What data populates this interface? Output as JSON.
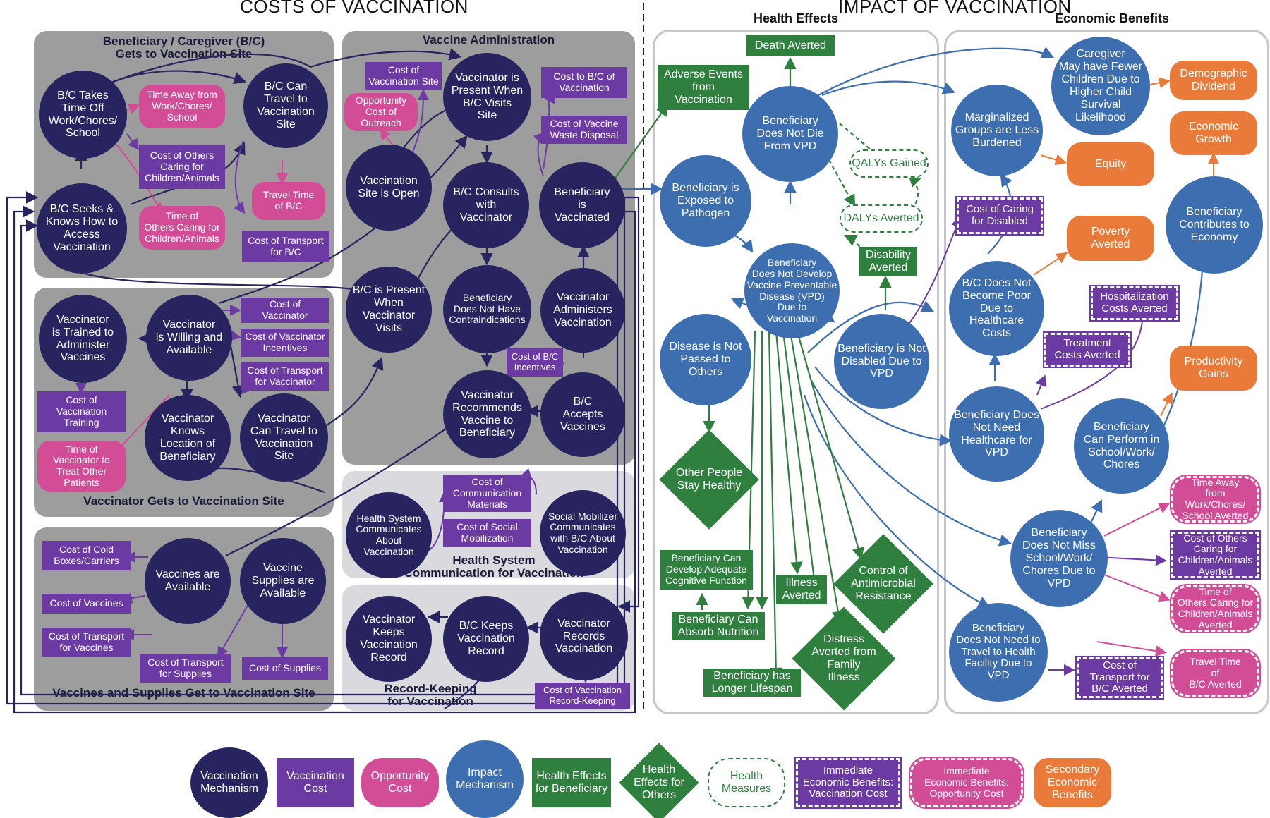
{
  "headers": {
    "costs": "COSTS OF VACCINATION",
    "impact": "IMPACT OF VACCINATION",
    "health_effects": "Health Effects",
    "economic_benefits": "Economic Benefits"
  },
  "panels": {
    "bc_gets": "Beneficiary / Caregiver (B/C)\nGets to Vaccination Site",
    "vaccine_admin": "Vaccine Administration",
    "vaccinator_gets": "Vaccinator Gets to Vaccination Site",
    "health_system": "Health System\nCommunication for Vaccination",
    "supplies": "Vaccines and Supplies Get to Vaccination Site",
    "record_keeping": "Record-Keeping\nfor Vaccination"
  },
  "nodes": {
    "bc_time_off": "B/C Takes\nTime Off\nWork/Chores/\nSchool",
    "bc_can_travel": "B/C Can\nTravel to\nVaccination\nSite",
    "bc_seeks": "B/C Seeks &\nKnows How to\nAccess\nVaccination",
    "time_away": "Time Away from\nWork/Chores/\nSchool",
    "cost_others_caring": "Cost of Others\nCaring for\nChildren/Animals",
    "time_others_caring": "Time of\nOthers Caring for\nChildren/Animals",
    "travel_time": "Travel Time\nof B/C",
    "cost_transport_bc": "Cost of Transport\nfor B/C",
    "cost_vacc_site": "Cost of\nVaccination Site",
    "opp_outreach": "Opportunity\nCost of\nOutreach",
    "vacc_site_open": "Vaccination\nSite is Open",
    "vaccinator_present": "Vaccinator is\nPresent When\nB/C Visits\nSite",
    "cost_bc_vacc": "Cost to B/C of\nVaccination",
    "cost_waste": "Cost of Vaccine\nWaste Disposal",
    "bc_consults": "B/C Consults\nwith\nVaccinator",
    "ben_vaccinated": "Beneficiary\nis\nVaccinated",
    "bc_present": "B/C is Present\nWhen\nVaccinator\nVisits",
    "no_contra": "Beneficiary\nDoes Not Have\nContraindications",
    "vaccinator_admin": "Vaccinator\nAdministers\nVaccination",
    "cost_bc_incentives": "Cost of B/C\nIncentives",
    "vaccinator_recommends": "Vaccinator\nRecommends\nVaccine to\nBeneficiary",
    "bc_accepts": "B/C\nAccepts\nVaccines",
    "vaccinator_trained": "Vaccinator\nis Trained to\nAdminister\nVaccines",
    "vaccinator_willing": "Vaccinator\nis Willing and\nAvailable",
    "cost_vaccinator": "Cost of\nVaccinator",
    "cost_vaccinator_incentives": "Cost of Vaccinator\nIncentives",
    "cost_transport_vaccinator": "Cost of Transport\nfor Vaccinator",
    "cost_training": "Cost of\nVaccination\nTraining",
    "time_vaccinator": "Time of\nVaccinator to\nTreat Other\nPatients",
    "vaccinator_knows": "Vaccinator\nKnows\nLocation of\nBeneficiary",
    "vaccinator_travel": "Vaccinator\nCan Travel to\nVaccination\nSite",
    "hs_communicates": "Health System\nCommunicates\nAbout\nVaccination",
    "cost_comm": "Cost of\nCommunication\nMaterials",
    "cost_social": "Cost of Social\nMobilization",
    "social_mobilizer": "Social Mobilizer\nCommunicates\nwith B/C About\nVaccination",
    "cost_cold": "Cost of Cold\nBoxes/Carriers",
    "cost_vaccines": "Cost of Vaccines",
    "cost_transport_vaccines": "Cost of Transport\nfor Vaccines",
    "vaccines_available": "Vaccines are\nAvailable",
    "supplies_available": "Vaccine\nSupplies are\nAvailable",
    "cost_transport_supplies": "Cost of Transport\nfor Supplies",
    "cost_supplies": "Cost of Supplies",
    "vaccinator_keeps": "Vaccinator\nKeeps\nVaccination\nRecord",
    "bc_keeps": "B/C Keeps\nVaccination\nRecord",
    "vaccinator_records": "Vaccinator\nRecords\nVaccination",
    "cost_record": "Cost of Vaccination\nRecord-Keeping",
    "death_averted": "Death Averted",
    "adverse_events": "Adverse Events\nfrom\nVaccination",
    "does_not_die": "Beneficiary\nDoes Not Die\nFrom VPD",
    "qalys": "QALYs Gained",
    "dalys": "DALYs Averted",
    "exposed": "Beneficiary is\nExposed to\nPathogen",
    "not_develop": "Beneficiary\nDoes Not Develop\nVaccine Preventable\nDisease (VPD)\nDue to\nVaccination",
    "disability_averted": "Disability\nAverted",
    "not_passed": "Disease is Not\nPassed to\nOthers",
    "not_disabled": "Beneficiary is Not\nDisabled Due to\nVPD",
    "others_healthy": "Other People\nStay Healthy",
    "cognitive": "Beneficiary Can\nDevelop Adequate\nCognitive Function",
    "illness_averted": "Illness\nAverted",
    "antimicrobial": "Control of\nAntimicrobial\nResistance",
    "nutrition": "Beneficiary Can\nAbsorb Nutrition",
    "distress": "Distress\nAverted from\nFamily\nIllness",
    "longer_lifespan": "Beneficiary has\nLonger Lifespan",
    "caregiver_fewer": "Caregiver\nMay have Fewer\nChildren Due to\nHigher Child\nSurvival\nLikelihood",
    "demographic": "Demographic\nDividend",
    "marginalized": "Marginalized\nGroups are Less\nBurdened",
    "economic_growth": "Economic\nGrowth",
    "equity": "Equity",
    "cost_caring_disabled": "Cost of Caring\nfor Disabled",
    "contributes_economy": "Beneficiary\nContributes to\nEconomy",
    "poverty_averted": "Poverty\nAverted",
    "not_poor": "B/C Does Not\nBecome Poor\nDue to\nHealthcare\nCosts",
    "hosp_averted": "Hospitalization\nCosts Averted",
    "treatment_averted": "Treatment\nCosts Averted",
    "productivity": "Productivity\nGains",
    "no_healthcare": "Beneficiary Does\nNot Need\nHealthcare for\nVPD",
    "can_perform": "Beneficiary\nCan Perform in\nSchool/Work/\nChores",
    "time_away_averted": "Time Away\nfrom\nWork/Chores/\nSchool Averted",
    "not_miss": "Beneficiary\nDoes Not Miss\nSchool/Work/\nChores Due to\nVPD",
    "cost_others_averted": "Cost of Others\nCaring for\nChildren/Animals\nAverted",
    "time_others_averted": "Time of\nOthers Caring for\nChildren/Animals\nAverted",
    "no_travel": "Beneficiary\nDoes Not Need to\nTravel to Health\nFacility Due to\nVPD",
    "cost_transport_averted": "Cost of\nTransport for\nB/C Averted",
    "travel_time_averted": "Travel Time\nof\nB/C Averted"
  },
  "legend": {
    "mechanism": "Vaccination\nMechanism",
    "cost": "Vaccination\nCost",
    "opportunity": "Opportunity\nCost",
    "impact": "Impact\nMechanism",
    "health_beneficiary": "Health Effects\nfor Beneficiary",
    "health_others": "Health\nEffects for\nOthers",
    "health_measures": "Health\nMeasures",
    "imm_vacc_cost": "Immediate\nEconomic Benefits:\nVaccination Cost",
    "imm_opp_cost": "Immediate\nEconomic Benefits:\nOpportunity Cost",
    "secondary": "Secondary\nEconomic\nBenefits"
  },
  "colors": {
    "mechanism": "#27245f",
    "cost": "#6b3aa3",
    "opportunity": "#d24d96",
    "impact": "#3d6fb0",
    "health": "#2f7f3f",
    "secondary": "#ea7a3a",
    "panel": "#9d9d9d",
    "panel_light": "#d9d9de"
  }
}
